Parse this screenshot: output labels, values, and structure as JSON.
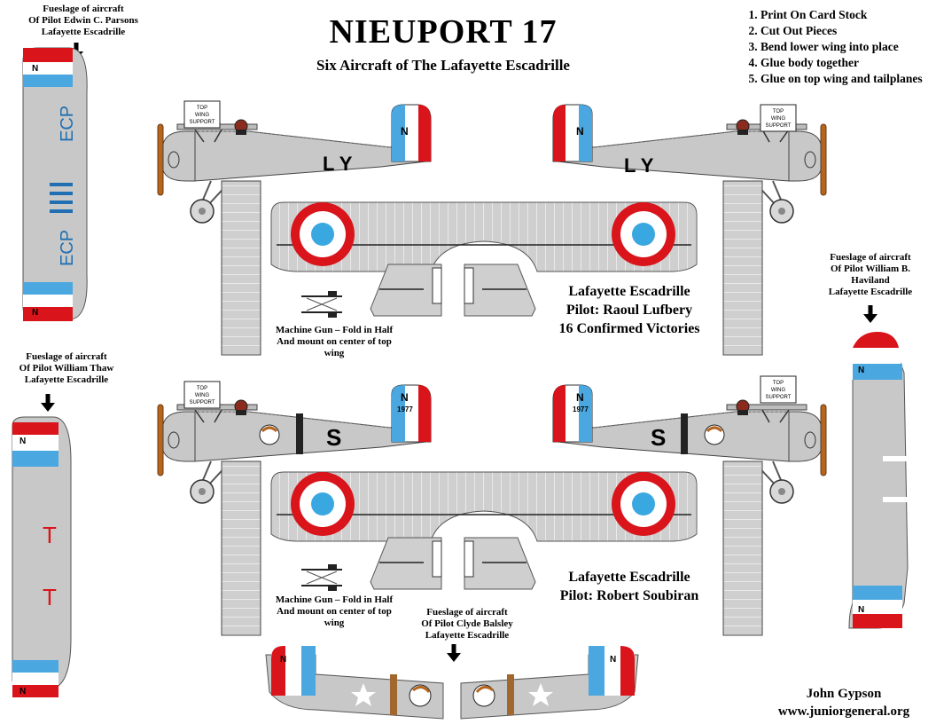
{
  "header": {
    "title": "NIEUPORT 17",
    "subtitle": "Six Aircraft of The Lafayette Escadrille"
  },
  "instructions": [
    "Print On Card Stock",
    "Cut Out Pieces",
    "Bend lower wing into place",
    "Glue body together",
    "Glue on top wing and tailplanes"
  ],
  "fuselages": {
    "parsons": {
      "line1": "Fueslage of aircraft",
      "line2": "Of  Pilot Edwin C. Parsons",
      "line3": "Lafayette Escadrille",
      "code": "ECP"
    },
    "thaw": {
      "line1": "Fueslage of aircraft",
      "line2": "Of  Pilot William Thaw",
      "line3": "Lafayette Escadrille",
      "code": "T"
    },
    "haviland": {
      "line1": "Fueslage of aircraft",
      "line2": "Of  Pilot William B.",
      "line3": "Haviland",
      "line4": "Lafayette Escadrille"
    },
    "balsley": {
      "line1": "Fueslage of aircraft",
      "line2": "Of  Pilot Clyde Balsley",
      "line3": "Lafayette Escadrille"
    }
  },
  "aircraft": {
    "lufbery": {
      "unit": "Lafayette Escadrille",
      "pilot": "Pilot: Raoul Lufbery",
      "victories": "16 Confirmed Victories",
      "code": "L Y"
    },
    "soubiran": {
      "unit": "Lafayette Escadrille",
      "pilot": "Pilot: Robert Soubiran",
      "code": "S",
      "tail_number": "1977"
    }
  },
  "labels": {
    "wing_support": [
      "TOP",
      "WING",
      "SUPPORT"
    ],
    "rudder_letter": "N",
    "machine_gun_1": [
      "Machine Gun – Fold in Half",
      "And mount on center of top",
      "wing"
    ],
    "machine_gun_2": [
      "Machine Gun – Fold in Half",
      "And mount on center of top",
      "wing"
    ]
  },
  "credit": {
    "author": "John Gypson",
    "site": "www.juniorgeneral.org"
  },
  "colors": {
    "red": "#d9141b",
    "blue": "#4aa7e0",
    "white": "#ffffff",
    "gray": "#c8c8c8",
    "dark": "#222222",
    "prop": "#b5651d",
    "roundel_blue": "#3aa8e0"
  }
}
